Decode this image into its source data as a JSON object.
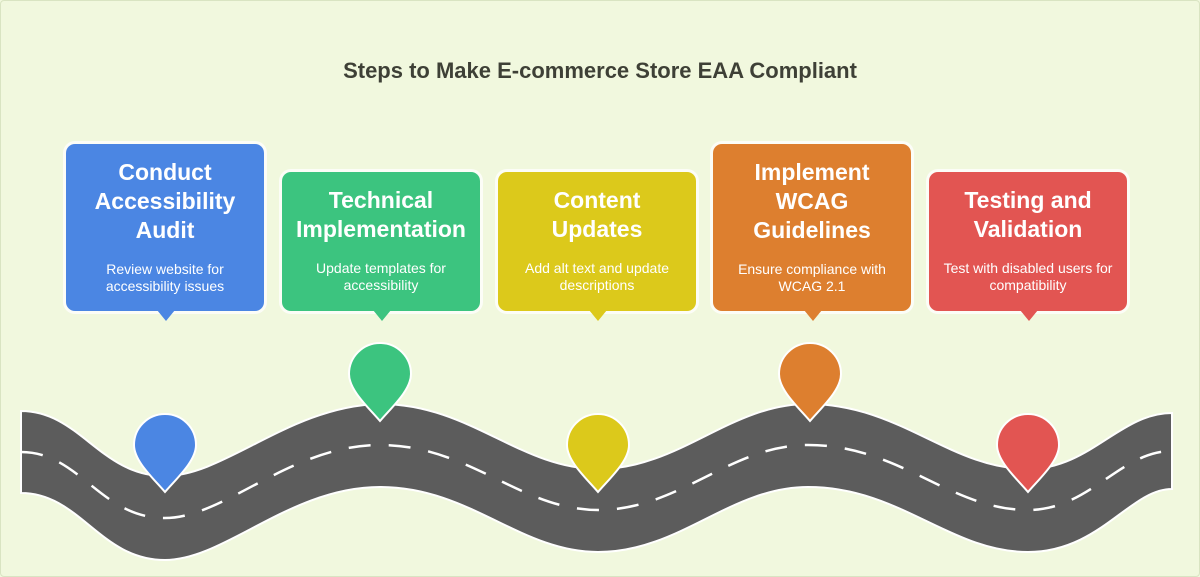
{
  "title": "Steps to Make E-commerce Store EAA Compliant",
  "steps": [
    {
      "title": "Conduct Accessibility Audit",
      "description": "Review website for accessibility issues",
      "color": "#4b86e3"
    },
    {
      "title": "Technical Implementation",
      "description": "Update templates for accessibility",
      "color": "#3cc47f"
    },
    {
      "title": "Content Updates",
      "description": "Add alt text and update descriptions",
      "color": "#dcc91b"
    },
    {
      "title": "Implement WCAG Guidelines",
      "description": "Ensure compliance with WCAG 2.1",
      "color": "#dd7f2f"
    },
    {
      "title": "Testing and Validation",
      "description": "Test with disabled users for compatibility",
      "color": "#e25552"
    }
  ],
  "road_color": "#5c5c5c",
  "background": "#f1f8de"
}
